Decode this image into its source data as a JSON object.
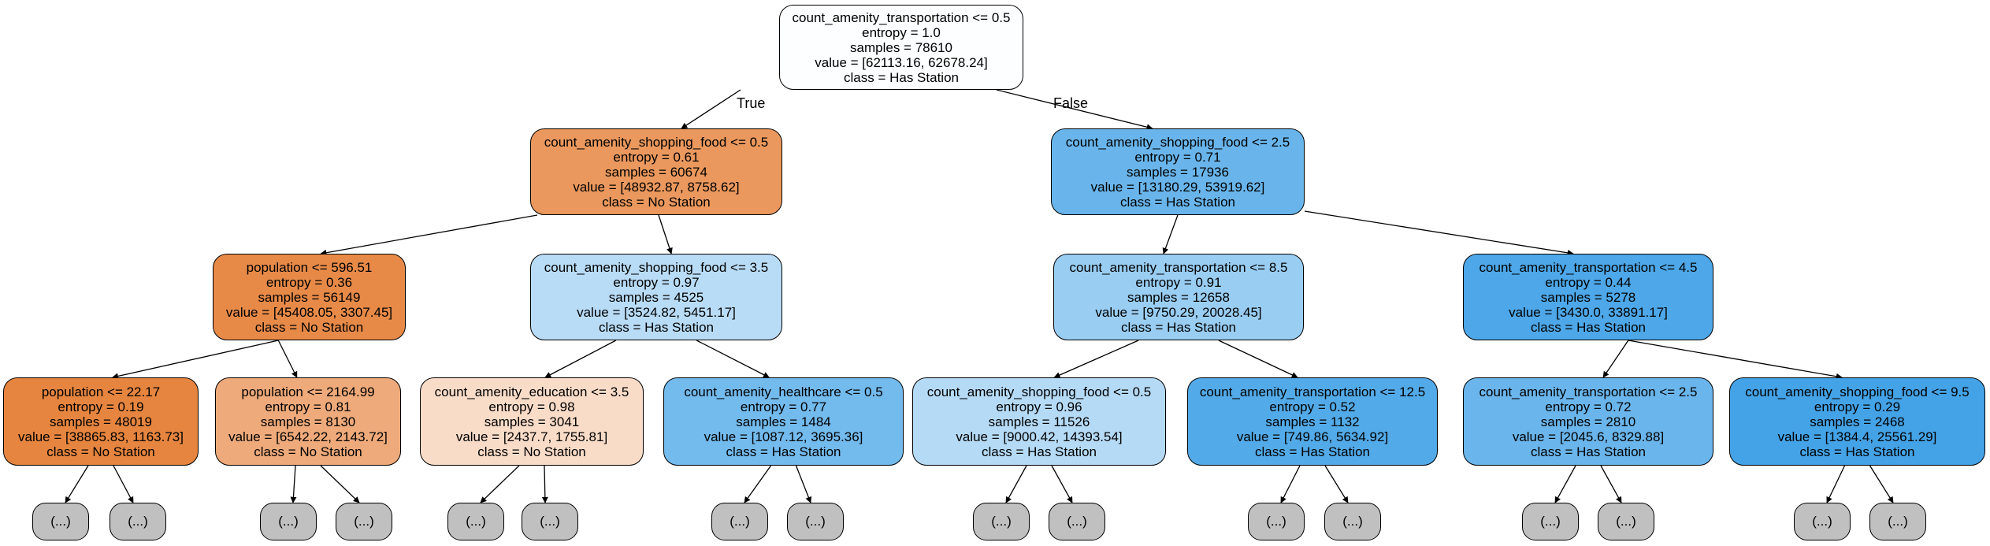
{
  "edge_labels": {
    "true": "True",
    "false": "False"
  },
  "leaf_label": "(...)",
  "nodes": [
    {
      "lines": [
        "count_amenity_transportation <= 0.5",
        "entropy = 1.0",
        "samples = 78610",
        "value = [62113.16, 62678.24]",
        "class = Has Station"
      ],
      "fill": "#fdfeff"
    },
    {
      "lines": [
        "count_amenity_shopping_food <= 0.5",
        "entropy = 0.61",
        "samples = 60674",
        "value = [48932.87, 8758.62]",
        "class = No Station"
      ],
      "fill": "#ea985d"
    },
    {
      "lines": [
        "count_amenity_shopping_food <= 2.5",
        "entropy = 0.71",
        "samples = 17936",
        "value = [13180.29, 53919.62]",
        "class = Has Station"
      ],
      "fill": "#69b5eb"
    },
    {
      "lines": [
        "population <= 596.51",
        "entropy = 0.36",
        "samples = 56149",
        "value = [45408.05, 3307.45]",
        "class = No Station"
      ],
      "fill": "#e78a48"
    },
    {
      "lines": [
        "count_amenity_shopping_food <= 3.5",
        "entropy = 0.97",
        "samples = 4525",
        "value = [3524.82, 5451.17]",
        "class = Has Station"
      ],
      "fill": "#b9dcf6"
    },
    {
      "lines": [
        "count_amenity_transportation <= 8.5",
        "entropy = 0.91",
        "samples = 12658",
        "value = [9750.29, 20028.45]",
        "class = Has Station"
      ],
      "fill": "#99cdf2"
    },
    {
      "lines": [
        "count_amenity_transportation <= 4.5",
        "entropy = 0.44",
        "samples = 5278",
        "value = [3430.0, 33891.17]",
        "class = Has Station"
      ],
      "fill": "#4da7e8"
    },
    {
      "lines": [
        "population <= 22.17",
        "entropy = 0.19",
        "samples = 48019",
        "value = [38865.83, 1163.73]",
        "class = No Station"
      ],
      "fill": "#e6853f"
    },
    {
      "lines": [
        "population <= 2164.99",
        "entropy = 0.81",
        "samples = 8130",
        "value = [6542.22, 2143.72]",
        "class = No Station"
      ],
      "fill": "#eeaa7a"
    },
    {
      "lines": [
        "count_amenity_education <= 3.5",
        "entropy = 0.98",
        "samples = 3041",
        "value = [2437.7, 1755.81]",
        "class = No Station"
      ],
      "fill": "#f8dcc8"
    },
    {
      "lines": [
        "count_amenity_healthcare <= 0.5",
        "entropy = 0.77",
        "samples = 1484",
        "value = [1087.12, 3695.36]",
        "class = Has Station"
      ],
      "fill": "#73baed"
    },
    {
      "lines": [
        "count_amenity_shopping_food <= 0.5",
        "entropy = 0.96",
        "samples = 11526",
        "value = [9000.42, 14393.54]",
        "class = Has Station"
      ],
      "fill": "#b5daf5"
    },
    {
      "lines": [
        "count_amenity_transportation <= 12.5",
        "entropy = 0.52",
        "samples = 1132",
        "value = [749.86, 5634.92]",
        "class = Has Station"
      ],
      "fill": "#53aae8"
    },
    {
      "lines": [
        "count_amenity_transportation <= 2.5",
        "entropy = 0.72",
        "samples = 2810",
        "value = [2045.6, 8329.88]",
        "class = Has Station"
      ],
      "fill": "#6ab5eb"
    },
    {
      "lines": [
        "count_amenity_shopping_food <= 9.5",
        "entropy = 0.29",
        "samples = 2468",
        "value = [1384.4, 25561.29]",
        "class = Has Station"
      ],
      "fill": "#44a2e6"
    }
  ]
}
